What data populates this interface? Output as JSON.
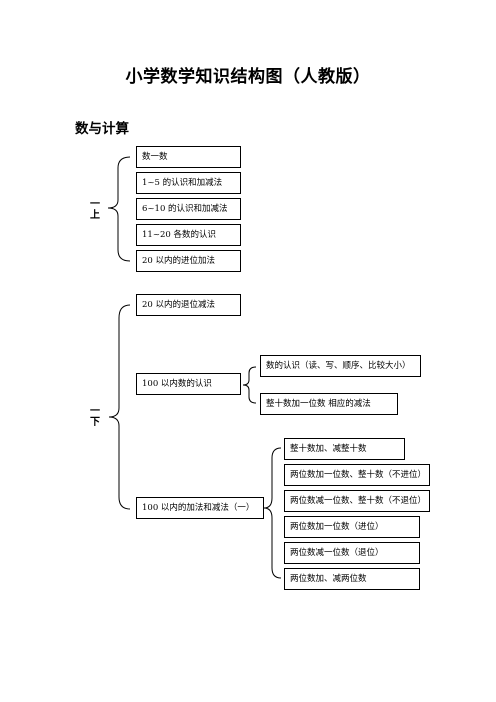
{
  "title": "小学数学知识结构图（人教版）",
  "section": "数与计算",
  "grade_1a": {
    "line1": "一",
    "line2": "上"
  },
  "grade_1b": {
    "line1": "一",
    "line2": "下"
  },
  "upper_items": [
    "数一数",
    "1~5 的认识和加减法",
    "6~10 的认识和加减法",
    "11~20 各数的认识",
    "20 以内的进位加法"
  ],
  "lower_items": {
    "sub20": "20 以内的退位减法",
    "within100": "100 以内数的认识",
    "within100_sub": [
      "数的认识（读、写、顺序、比较大小）",
      "整十数加一位数 相应的减法"
    ],
    "addsub100": "100 以内的加法和减法（一）",
    "addsub100_sub": [
      "整十数加、减整十数",
      "两位数加一位数、整十数（不进位）",
      "两位数减一位数、整十数（不退位）",
      "两位数加一位数（进位）",
      "两位数减一位数（退位）",
      "两位数加、减两位数"
    ]
  }
}
